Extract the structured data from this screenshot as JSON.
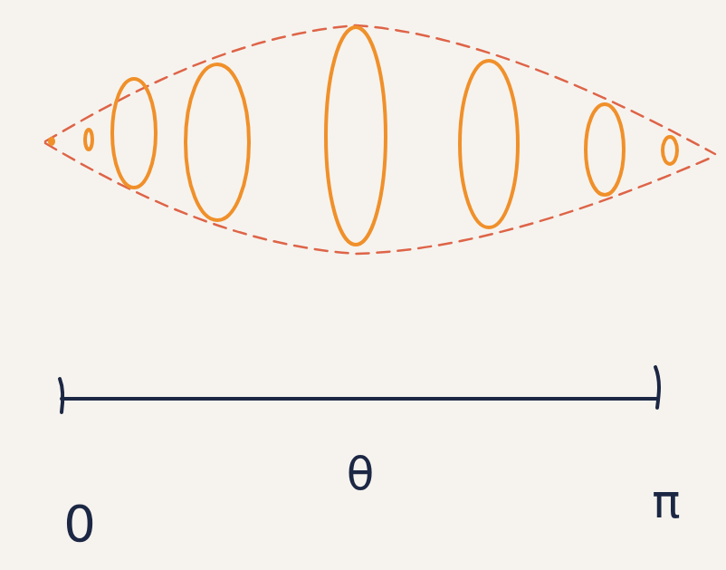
{
  "diagram": {
    "labels": [
      "0",
      "θ",
      "π"
    ]
  }
}
